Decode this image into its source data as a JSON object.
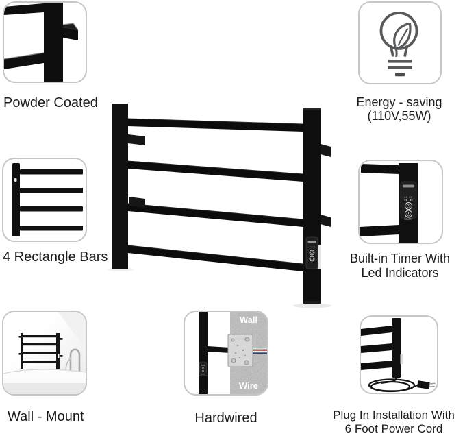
{
  "features": {
    "powder_coated": {
      "label": "Powder Coated"
    },
    "energy_saving": {
      "label_line1": "Energy - saving",
      "label_line2": "(110V,55W)"
    },
    "rectangle_bars": {
      "label": "4 Rectangle Bars"
    },
    "built_in_timer": {
      "label_line1": "Built-in Timer With",
      "label_line2": "Led Indicators"
    },
    "wall_mount": {
      "label": "Wall - Mount"
    },
    "hardwired": {
      "label": "Hardwired",
      "wall_caption": "Wall",
      "wire_caption": "Wire"
    },
    "plug_in": {
      "label_line1": "Plug In Installation With",
      "label_line2": "6 Foot Power Cord"
    }
  },
  "timer_closeup": {
    "leds_label": "2H 4H",
    "on_off_label": "ON/OFF"
  },
  "colors": {
    "label_text": "#1c1c1c",
    "box_border": "#c6c6c6",
    "icon_gray": "#58595b",
    "rack_black": "#111111",
    "wall_gray": "#bdbdbd",
    "wire_red": "#a23535",
    "wire_white": "#f0f0f0",
    "wire_blue": "#31406e"
  }
}
